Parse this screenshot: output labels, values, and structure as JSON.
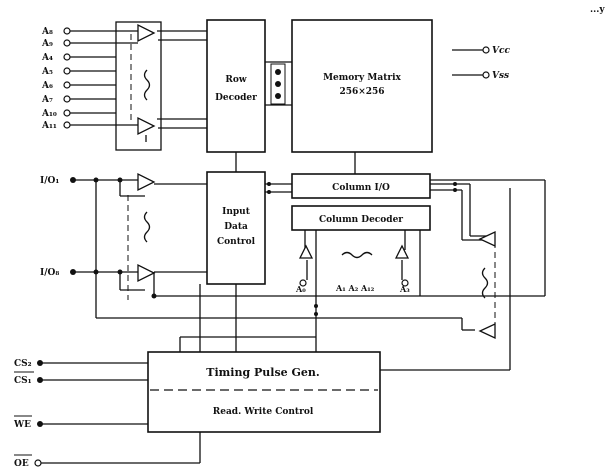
{
  "colors": {
    "ink": "#111111",
    "paper": "#ffffff"
  },
  "corner_mark": "...y",
  "address_pins": [
    "A₈",
    "A₉",
    "A₄",
    "A₅",
    "A₆",
    "A₇",
    "A₁₀",
    "A₁₁"
  ],
  "power_pins": {
    "vcc": "Vcc",
    "vss": "Vss"
  },
  "io_pins": {
    "first": "I/O₁",
    "last": "I/O₈"
  },
  "control_pins": {
    "cs2": "CS₂",
    "cs1": "CS₁",
    "we": "WE",
    "oe": "OE"
  },
  "blocks": {
    "row_decoder": [
      "Row",
      "Decoder"
    ],
    "memory_matrix": [
      "Memory Matrix",
      "256×256"
    ],
    "column_io": "Column I/O",
    "column_decoder": "Column Decoder",
    "input_data_control": [
      "Input",
      "Data",
      "Control"
    ],
    "timing_pulse_gen": "Timing Pulse Gen.",
    "read_write_control": "Read. Write Control"
  },
  "column_address": {
    "left": "A₀",
    "right": "A₃",
    "middle": "A₁  A₂  A₁₂"
  }
}
